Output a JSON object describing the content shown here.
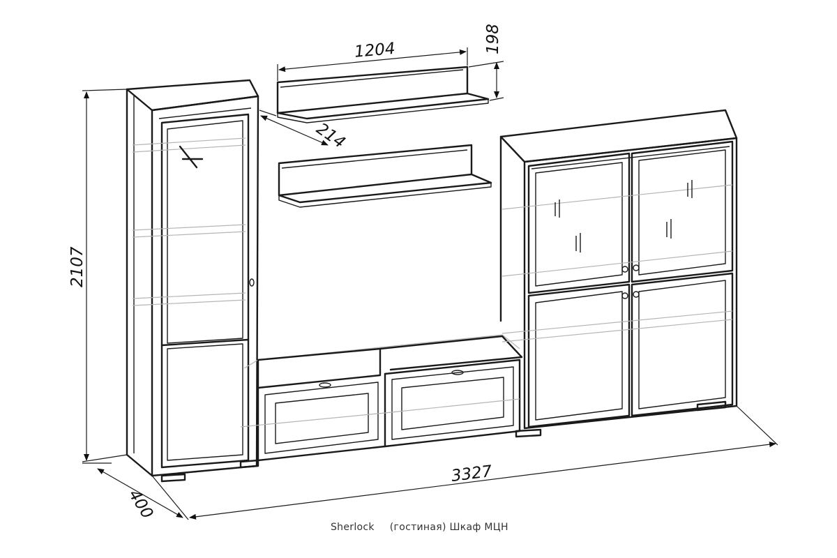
{
  "dimensions": {
    "shelf_width": "1204",
    "shelf_height": "198",
    "shelf_depth": "214",
    "total_height": "2107",
    "total_width": "3327",
    "total_depth": "400"
  },
  "caption": {
    "brand": "Sherlock",
    "description": "(гостиная) Шкаф МЦН"
  }
}
